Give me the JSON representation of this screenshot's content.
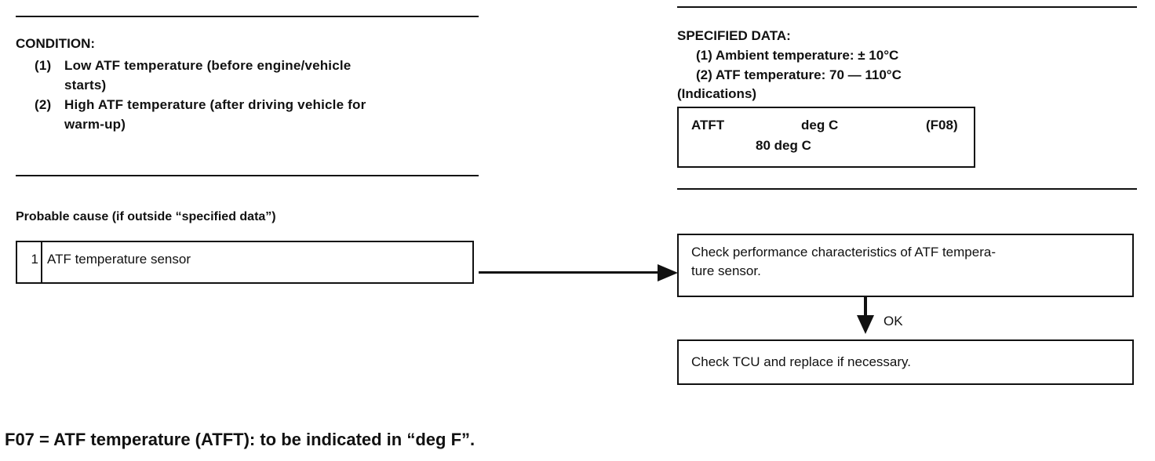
{
  "condition": {
    "title": "CONDITION:",
    "items": [
      {
        "num": "(1)",
        "line1": "Low ATF temperature (before engine/vehicle",
        "line2": "starts)"
      },
      {
        "num": "(2)",
        "line1": "High ATF temperature (after driving vehicle for",
        "line2": "warm-up)"
      }
    ]
  },
  "specified": {
    "title": "SPECIFIED DATA:",
    "items": [
      "(1) Ambient temperature:  ± 10°C",
      "(2) ATF temperature: 70 — 110°C"
    ],
    "indications_label": "(Indications)",
    "display": {
      "label": "ATFT",
      "unit": "deg C",
      "code": "(F08)",
      "value": "80 deg C"
    }
  },
  "probable_cause": {
    "title": "Probable cause (if outside “specified data”)",
    "items": [
      {
        "num": "1",
        "text": "ATF temperature sensor"
      }
    ]
  },
  "flow": {
    "step1_line1": "Check performance characteristics of ATF tempera-",
    "step1_line2": "ture sensor.",
    "ok_label": "OK",
    "step2": "Check TCU and replace if necessary."
  },
  "footer": "F07 =  ATF temperature (ATFT): to be indicated in “deg F”."
}
